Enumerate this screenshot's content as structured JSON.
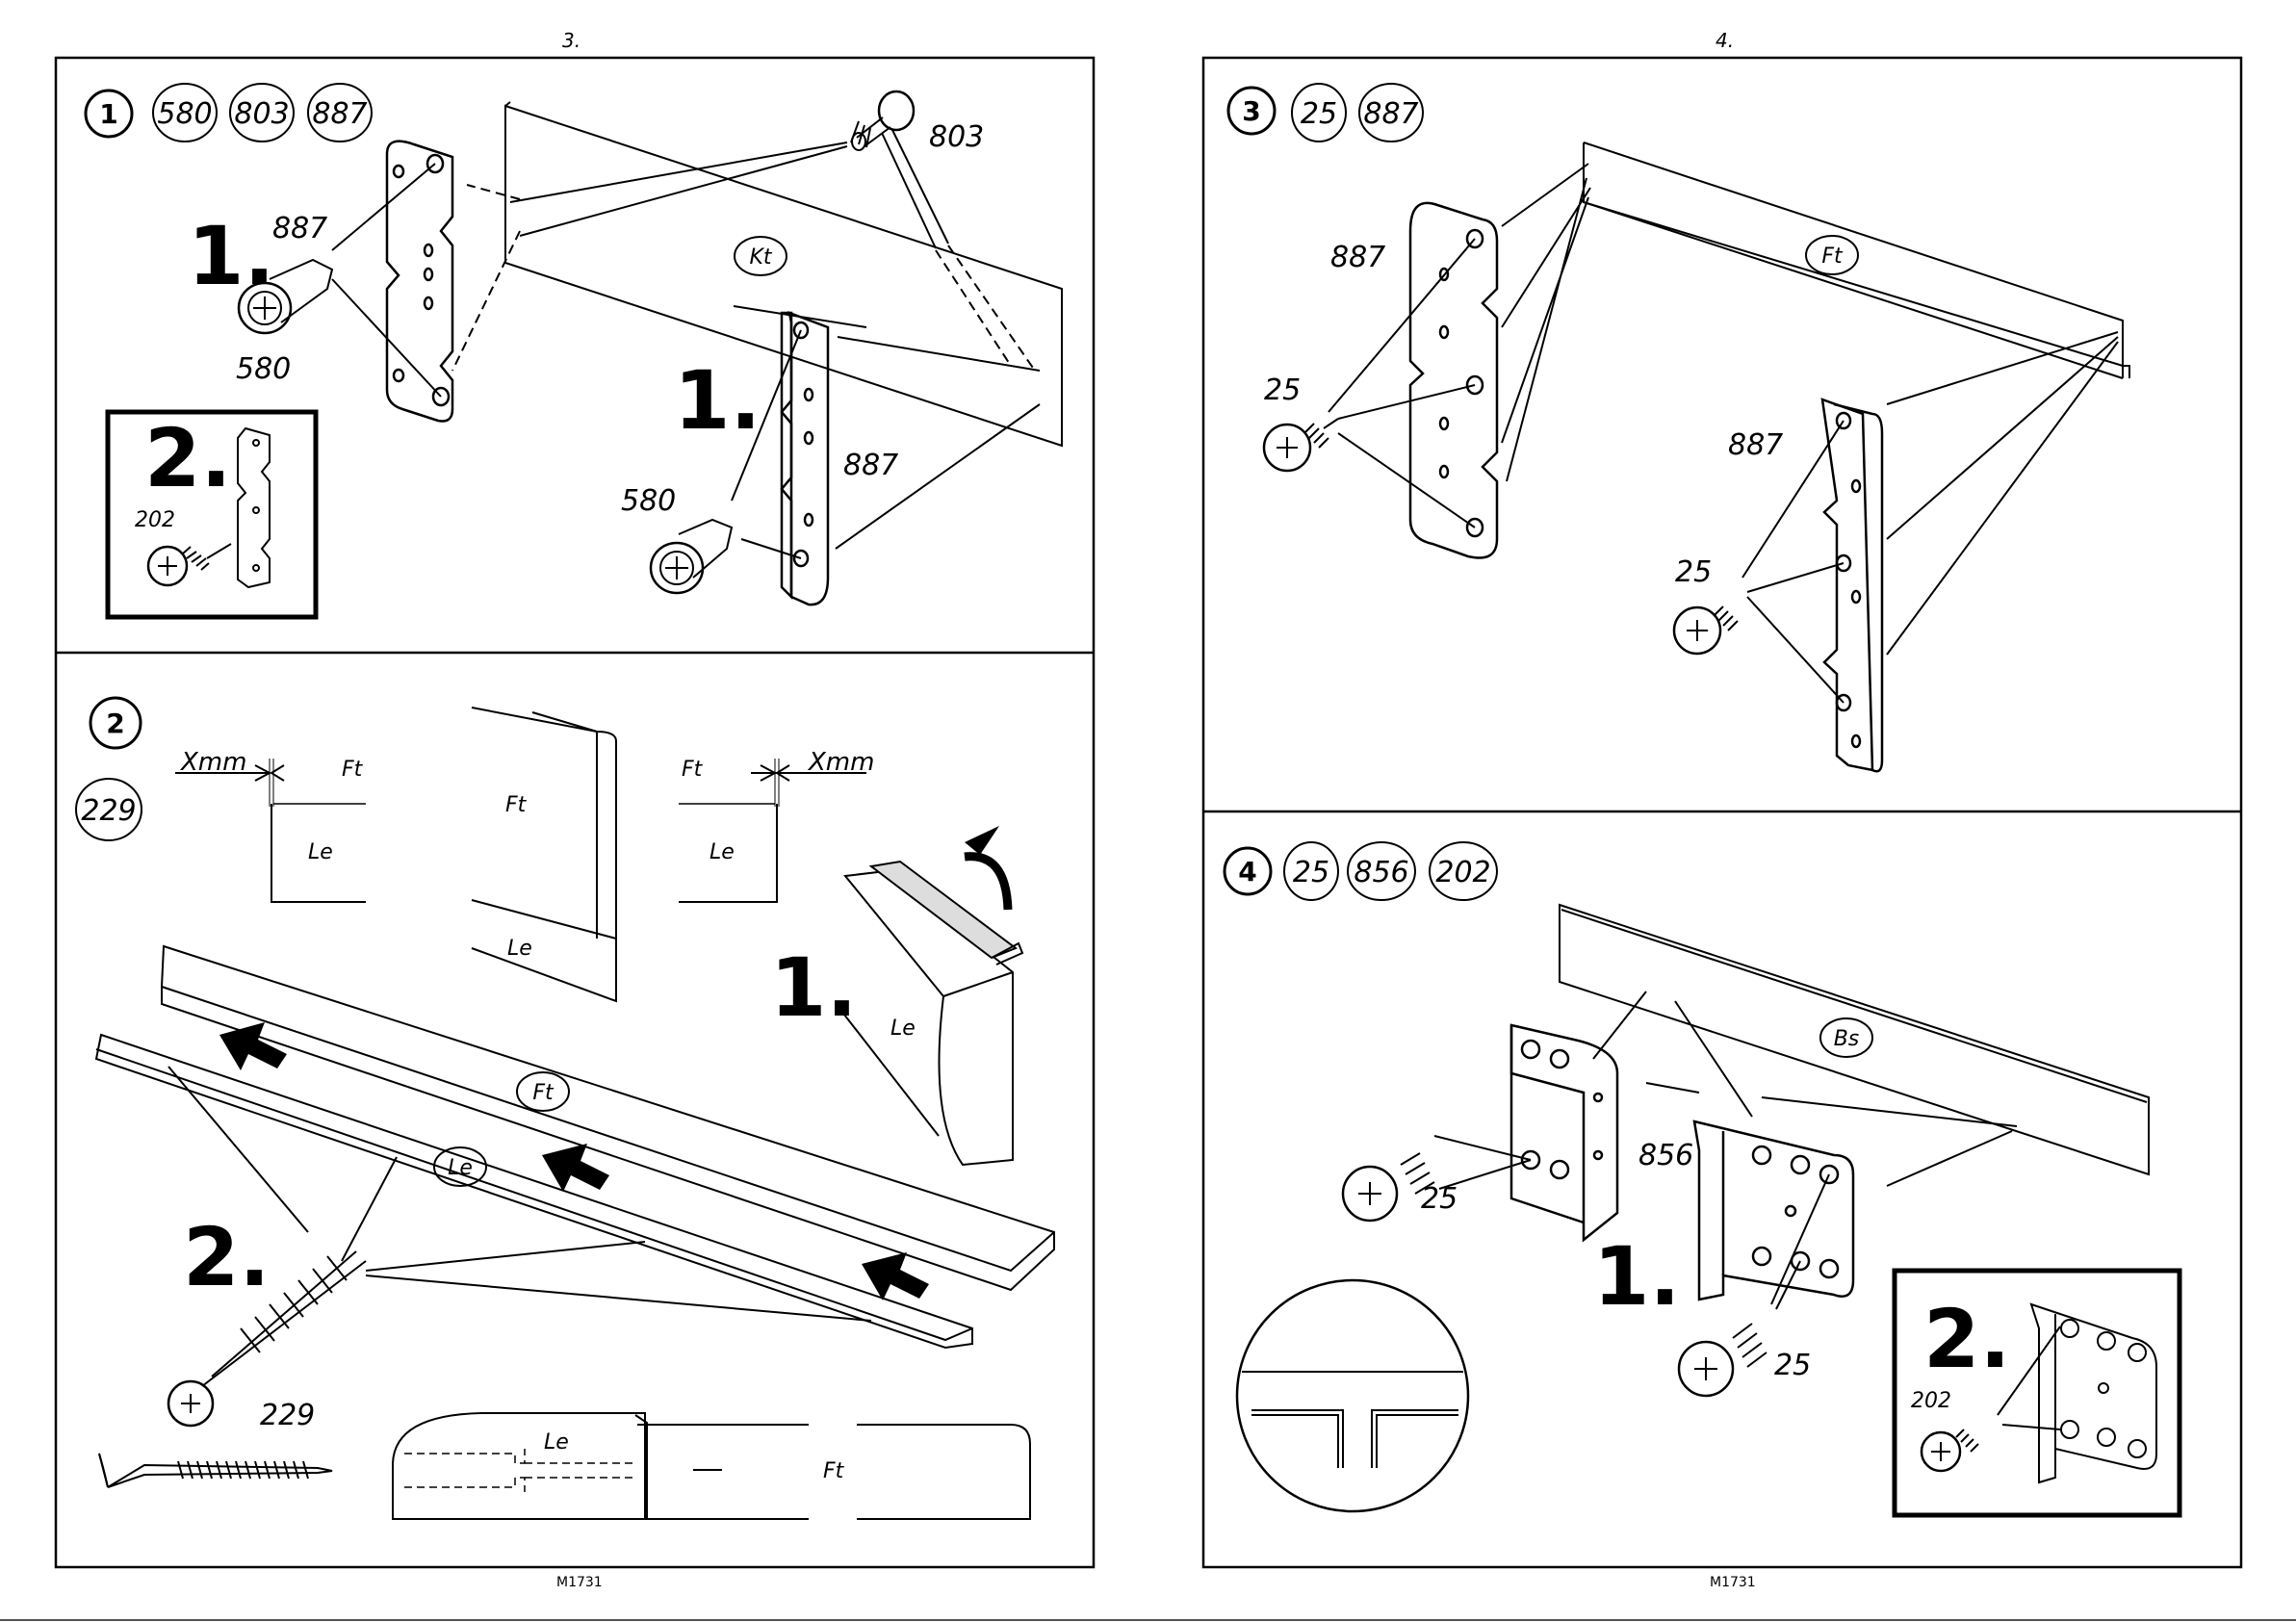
{
  "pages": {
    "left": {
      "number": "3.",
      "footer": "M1731"
    },
    "right": {
      "number": "4.",
      "footer": "M1731"
    }
  },
  "step1": {
    "number": "1",
    "parts": [
      "580",
      "803",
      "887"
    ],
    "substep_1": "1.",
    "substep_2": "2.",
    "inset_part": "202",
    "labels": {
      "pin_top": "803",
      "plate_left": "887",
      "dowel_left": "580",
      "board": "Kt",
      "plate_right": "887",
      "dowel_right": "580"
    }
  },
  "step2": {
    "number": "2",
    "parts": [
      "229"
    ],
    "dim": "Xmm",
    "panel_ft": "Ft",
    "panel_le": "Le",
    "substep_1": "1.",
    "substep_2": "2.",
    "screw": "229"
  },
  "step3": {
    "number": "3",
    "parts": [
      "25",
      "887"
    ],
    "board": "Ft",
    "labels": {
      "plate_left": "887",
      "screw_left": "25",
      "plate_right": "887",
      "screw_right": "25"
    }
  },
  "step4": {
    "number": "4",
    "parts": [
      "25",
      "856",
      "202"
    ],
    "board": "Bs",
    "substep_1": "1.",
    "substep_2": "2.",
    "labels": {
      "screw_left": "25",
      "bracket": "856",
      "screw_right": "25",
      "inset_screw": "202"
    }
  }
}
